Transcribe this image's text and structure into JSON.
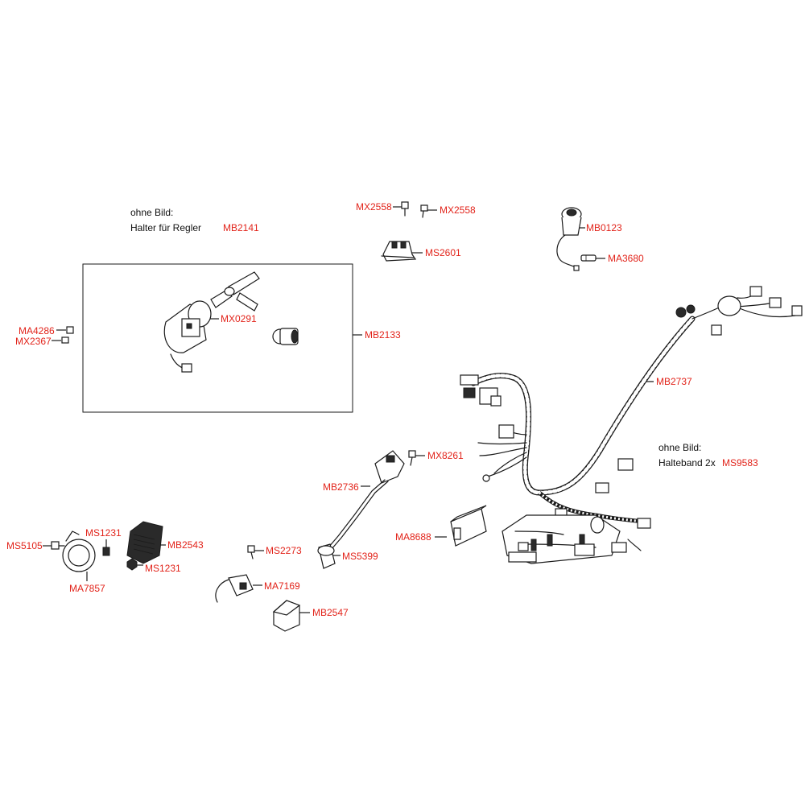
{
  "notes": {
    "no_image_1_title": "ohne Bild:",
    "no_image_1_item": "Halter für Regler",
    "no_image_1_code": "MB2141",
    "no_image_2_title": "ohne Bild:",
    "no_image_2_item": "Halteband 2x",
    "no_image_2_code": "MS9583"
  },
  "parts": {
    "mx2558_a": "MX2558",
    "mx2558_b": "MX2558",
    "ms2601": "MS2601",
    "mb0123": "MB0123",
    "ma3680": "MA3680",
    "ma4286": "MA4286",
    "mx2367": "MX2367",
    "mx0291": "MX0291",
    "mb2133": "MB2133",
    "mb2737": "MB2737",
    "mx8261": "MX8261",
    "mb2736": "MB2736",
    "ma8688": "MA8688",
    "ms1231_a": "MS1231",
    "ms1231_b": "MS1231",
    "ms5105": "MS5105",
    "mb2543": "MB2543",
    "ma7857": "MA7857",
    "ms2273": "MS2273",
    "ms5399": "MS5399",
    "ma7169": "MA7169",
    "mb2547": "MB2547"
  },
  "colors": {
    "label": "#e2231a",
    "ink": "#1a1a1a"
  }
}
